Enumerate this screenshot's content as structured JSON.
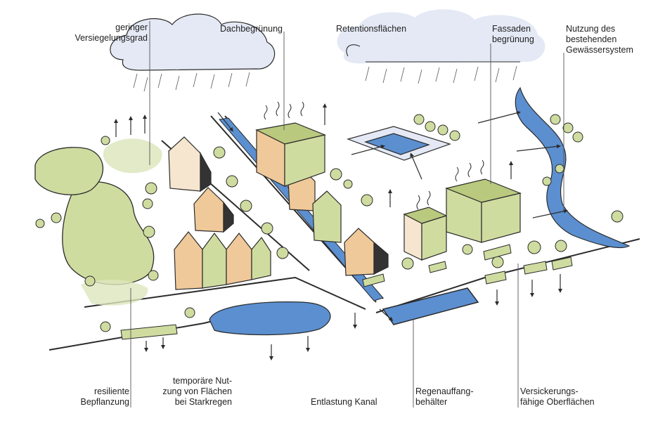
{
  "labels": {
    "geringer_versiegelungsgrad": [
      "geringer",
      "Versiegelungsgrad"
    ],
    "dachbegruenung": [
      "Dachbegrünung"
    ],
    "retentionsflaechen": [
      "Retentionsflächen"
    ],
    "fassadenbegruenung": [
      "Fassaden",
      "begrünung"
    ],
    "gewaessersystem": [
      "Nutzung des",
      "bestehenden",
      "Gewässersystem"
    ],
    "resiliente_bepflanzung": [
      "resiliente",
      "Bepflanzung"
    ],
    "temporaere_nutzung": [
      "temporäre Nut-",
      "zung von Flächen",
      "bei Starkregen"
    ],
    "entlastung_kanal": [
      "Entlastung Kanal"
    ],
    "regenauffangbehaelter": [
      "Regenauffang-",
      "behälter"
    ],
    "versickerungsfaehige_oberflaechen": [
      "Versickerungs-",
      "fähige Oberflächen"
    ]
  },
  "colors": {
    "green": "#cfdca0",
    "green_dark": "#9fb35a",
    "water": "#5b8fd0",
    "cloud": "#e4e9f5",
    "orange": "#e8a86a",
    "house_light": "#f6e6cf",
    "house_warm": "#f0c99a",
    "stroke": "#2b2b2b"
  }
}
